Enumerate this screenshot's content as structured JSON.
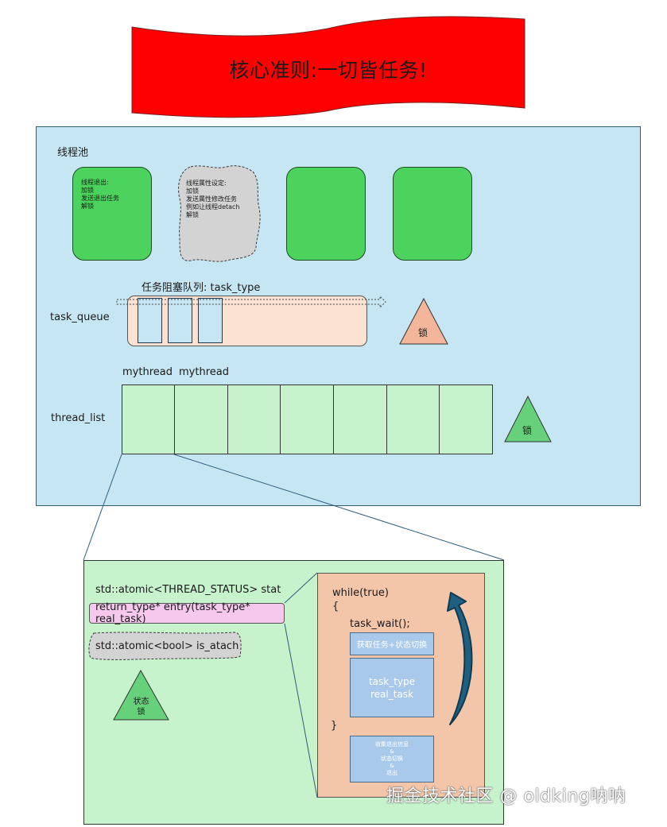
{
  "banner": {
    "text": "核心准则:一切皆任务!",
    "color": "#ff0000"
  },
  "pool": {
    "title": "线程池",
    "background": "#c7e6f3",
    "cards": [
      {
        "text": "线程退出:\n加锁\n发送退出任务\n解锁",
        "color": "#4cd35e"
      },
      {
        "text": "线程属性设定:\n加锁\n发送属性修改任务\n例如让线程detach\n解锁",
        "color": "#d3d3d3"
      },
      {
        "text": "",
        "color": "#4cd35e"
      },
      {
        "text": "",
        "color": "#4cd35e"
      }
    ],
    "queue": {
      "title": "任务阻塞队列: task_type",
      "label": "task_queue",
      "lock": "锁",
      "lock_color": "#f4b69a"
    },
    "thread_list": {
      "label": "thread_list",
      "headers": [
        "mythread",
        "mythread"
      ],
      "cells": 7,
      "lock": "锁",
      "lock_color": "#66d17a"
    }
  },
  "detail": {
    "stat": "std::atomic<THREAD_STATUS> stat",
    "entry": "return_type* entry(task_type* real_task)",
    "atach": "std::atomic<bool> is_atach",
    "state_lock": [
      "状态",
      "锁"
    ],
    "loop": {
      "while": "while(true)",
      "open": "{",
      "wait": "task_wait();",
      "get_task": "获取任务+状态切换",
      "vars": [
        "task_type",
        "real_task"
      ],
      "close": "}",
      "exit_lines": [
        "收集退出信息",
        "&",
        "状态切换",
        "&",
        "退出"
      ]
    }
  },
  "watermark": "掘金技术社区 @ oldking呐呐"
}
